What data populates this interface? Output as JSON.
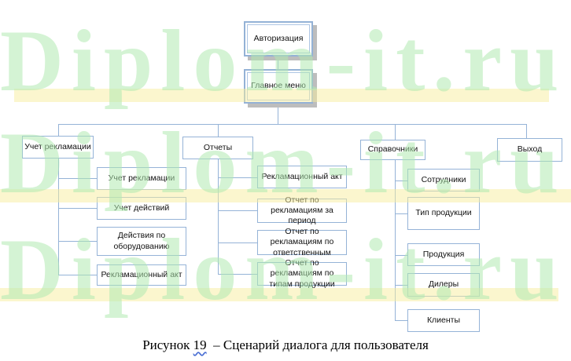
{
  "watermark": {
    "text": "Diplom-it.ru",
    "color": "#b0eab0"
  },
  "diagram": {
    "root": {
      "label": "Авторизация"
    },
    "main_menu": {
      "label": "Главное меню"
    },
    "branches": [
      {
        "label": "Учет рекламации",
        "children": [
          "Учет рекламации",
          "Учет действий",
          "Действия по оборудованию",
          "Рекламационный акт"
        ]
      },
      {
        "label": "Отчеты",
        "children": [
          "Рекламационный акт",
          "Отчет по рекламациям за период",
          "Отчет по рекламациям по ответственным",
          "Отчет по рекламациям по типам продукции"
        ]
      },
      {
        "label": "Справочники",
        "children": [
          "Сотрудники",
          "Тип продукции",
          "Продукция",
          "Дилеры",
          "Клиенты"
        ]
      },
      {
        "label": "Выход",
        "children": []
      }
    ]
  },
  "caption": {
    "prefix": "Рисунок ",
    "number": "19",
    "rest": "  – Сценарий диалога для пользователя"
  },
  "colors": {
    "box_border": "#95b3d7",
    "connector": "#95b3d7",
    "shadow": "#bdbdbd",
    "watermark_green": "#dff6df",
    "highlight_yellow": "#f7ee9e"
  }
}
